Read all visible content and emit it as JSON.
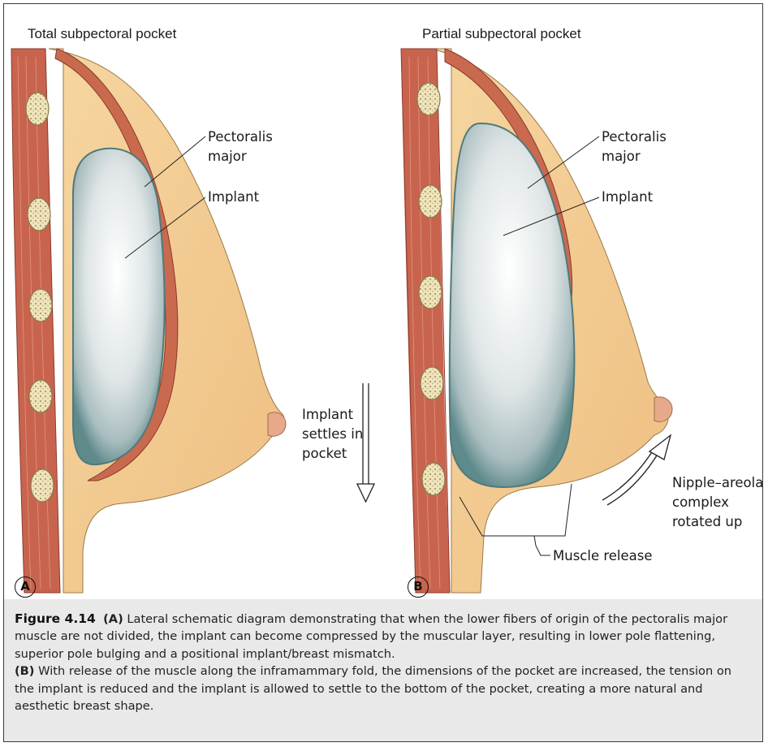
{
  "panels": [
    {
      "title": "Total subpectoral pocket",
      "labels": {
        "pectoralis": [
          "Pectoralis",
          "major"
        ],
        "implant": "Implant"
      },
      "badge": "A"
    },
    {
      "title": "Partial subpectoral pocket",
      "labels": {
        "pectoralis": [
          "Pectoralis",
          "major"
        ],
        "implant": "Implant",
        "settles": [
          "Implant",
          "settles in",
          "pocket"
        ],
        "nipple": [
          "Nipple–areola",
          "complex",
          "rotated up"
        ],
        "release": "Muscle release"
      },
      "badge": "B"
    }
  ],
  "caption": {
    "figure": "Figure 4.14",
    "a_tag": "(A)",
    "a_text": "Lateral schematic diagram demonstrating that when the lower fibers of origin of the pectoralis major muscle are not divided, the implant can become compressed by the muscular layer, resulting in lower pole flattening, superior pole bulging and a positional implant/breast mismatch.",
    "b_tag": "(B)",
    "b_text": "With release of the muscle along the inframammary fold, the dimensions of the pocket are increased, the tension on the implant is reduced and the implant is allowed to settle to the bottom of the pocket, creating a more natural and aesthetic breast shape."
  },
  "colors": {
    "skin": "#f2c88a",
    "muscle": "#c8644e",
    "implant": "#c9d3d6",
    "implant_edge": "#5f8a8c",
    "rib": "#efe6c4",
    "caption_bg": "#e9e9ea"
  }
}
